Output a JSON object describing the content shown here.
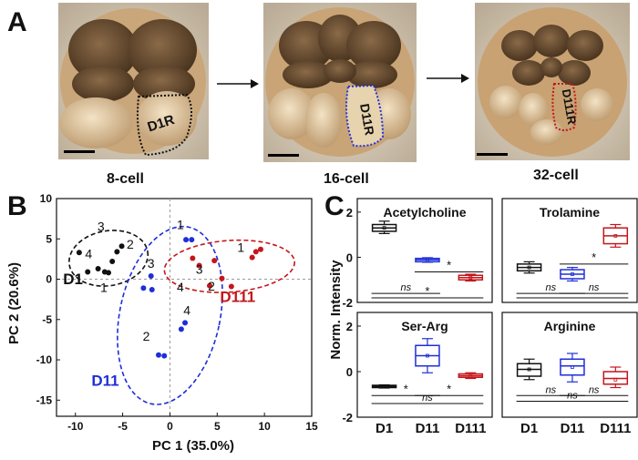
{
  "panels": {
    "a": "A",
    "b": "B",
    "c": "C"
  },
  "embryos": [
    {
      "stage": "8-cell",
      "cell_label": "D1R"
    },
    {
      "stage": "16-cell",
      "cell_label": "D11R"
    },
    {
      "stage": "32-cell",
      "cell_label": "D111R"
    }
  ],
  "colors": {
    "d1": "#111111",
    "d11": "#1f2ed8",
    "d111": "#c4161c"
  },
  "chart_data": [
    {
      "type": "scatter",
      "xlabel": "PC 1 (35.0%)",
      "ylabel": "PC 2 (20.6%)",
      "xlim": [
        -12,
        15
      ],
      "ylim": [
        -17,
        10
      ],
      "xticks": [
        -10,
        -5,
        0,
        5,
        10,
        15
      ],
      "yticks": [
        10,
        5,
        0,
        -5,
        -10,
        -15
      ],
      "series": [
        {
          "name": "D1",
          "color": "#111111",
          "points": [
            [
              -9.6,
              3.3
            ],
            [
              -8.7,
              0.9
            ],
            [
              -7.6,
              1.3
            ],
            [
              -6.5,
              0.8
            ],
            [
              -6.1,
              2.2
            ],
            [
              -5.6,
              3.4
            ],
            [
              -5.1,
              4.1
            ],
            [
              -6.9,
              0.9
            ]
          ],
          "numbers": [
            {
              "t": "3",
              "x": -7.3,
              "y": 6.0
            },
            {
              "t": "2",
              "x": -4.2,
              "y": 3.8
            },
            {
              "t": "4",
              "x": -8.6,
              "y": 2.6
            },
            {
              "t": "1",
              "x": -7.0,
              "y": -1.6
            }
          ]
        },
        {
          "name": "D11",
          "color": "#1f2ed8",
          "points": [
            [
              1.7,
              4.9
            ],
            [
              2.3,
              4.9
            ],
            [
              -2.0,
              0.4
            ],
            [
              -2.8,
              -1.1
            ],
            [
              -1.9,
              -1.3
            ],
            [
              1.2,
              -6.2
            ],
            [
              1.6,
              -5.4
            ],
            [
              -1.2,
              -9.4
            ],
            [
              -0.6,
              -9.5
            ]
          ],
          "numbers": [
            {
              "t": "1",
              "x": 1.1,
              "y": 6.2
            },
            {
              "t": "3",
              "x": -2.0,
              "y": 1.4
            },
            {
              "t": "2",
              "x": -2.5,
              "y": -7.6
            },
            {
              "t": "4",
              "x": 1.8,
              "y": -4.4
            }
          ]
        },
        {
          "name": "D111",
          "color": "#c4161c",
          "points": [
            [
              2.4,
              2.6
            ],
            [
              3.1,
              1.7
            ],
            [
              4.7,
              2.3
            ],
            [
              5.5,
              0.1
            ],
            [
              6.5,
              -0.9
            ],
            [
              8.7,
              2.7
            ],
            [
              9.1,
              3.4
            ],
            [
              9.6,
              3.7
            ],
            [
              4.2,
              -0.8
            ]
          ],
          "numbers": [
            {
              "t": "1",
              "x": 7.5,
              "y": 3.4
            },
            {
              "t": "3",
              "x": 3.1,
              "y": 0.7
            },
            {
              "t": "4",
              "x": 1.1,
              "y": -1.5
            },
            {
              "t": "2",
              "x": 4.4,
              "y": -1.4
            }
          ]
        }
      ],
      "group_labels": [
        "D1",
        "D11",
        "D111"
      ]
    },
    {
      "type": "box",
      "ylabel": "Norm. Intensity",
      "categories": [
        "D1",
        "D11",
        "D111"
      ],
      "subplots": [
        {
          "title": "Acetylcholine",
          "ylim": [
            -2,
            2.6
          ],
          "yticks": [
            2,
            0,
            -2
          ],
          "boxes": [
            {
              "q1": 1.15,
              "q3": 1.45,
              "median": 1.3,
              "min": 1.05,
              "max": 1.6,
              "mean": 1.3
            },
            {
              "q1": -0.2,
              "q3": -0.05,
              "median": -0.12,
              "min": -0.22,
              "max": -0.02,
              "mean": -0.12
            },
            {
              "q1": -1.0,
              "q3": -0.8,
              "median": -0.9,
              "min": -1.05,
              "max": -0.75,
              "mean": -0.9
            }
          ],
          "sig": [
            {
              "from": 2,
              "to": 3,
              "level": -0.65,
              "label": "*"
            },
            {
              "from": 1,
              "to": 2,
              "level": -1.6,
              "label": "ns"
            },
            {
              "from": 1,
              "to": 3,
              "level": -1.8,
              "label": "*"
            }
          ]
        },
        {
          "title": "Trolamine",
          "ylim": [
            -2,
            2.6
          ],
          "yticks": [
            2,
            0,
            -2
          ],
          "boxes": [
            {
              "q1": -0.6,
              "q3": -0.3,
              "median": -0.45,
              "min": -0.7,
              "max": -0.2,
              "mean": -0.45
            },
            {
              "q1": -0.95,
              "q3": -0.55,
              "median": -0.75,
              "min": -1.05,
              "max": -0.45,
              "mean": -0.75
            },
            {
              "q1": 0.6,
              "q3": 1.3,
              "median": 0.95,
              "min": 0.45,
              "max": 1.45,
              "mean": 0.95
            }
          ],
          "sig": [
            {
              "from": 2,
              "to": 3,
              "level": -0.3,
              "label": "*"
            },
            {
              "from": 1,
              "to": 2,
              "level": -1.6,
              "label": "ns"
            },
            {
              "from": 2,
              "to": 3,
              "level": -1.6,
              "label": "ns"
            },
            {
              "from": 1,
              "to": 3,
              "level": -1.8,
              "label": ""
            }
          ]
        },
        {
          "title": "Ser-Arg",
          "ylim": [
            -2,
            2.6
          ],
          "yticks": [
            2,
            0,
            -2
          ],
          "boxes": [
            {
              "q1": -0.7,
              "q3": -0.6,
              "median": -0.65,
              "min": -0.72,
              "max": -0.58,
              "mean": -0.65
            },
            {
              "q1": 0.25,
              "q3": 1.15,
              "median": 0.7,
              "min": -0.05,
              "max": 1.45,
              "mean": 0.7
            },
            {
              "q1": -0.25,
              "q3": -0.1,
              "median": -0.18,
              "min": -0.3,
              "max": -0.05,
              "mean": -0.18
            }
          ],
          "sig": [
            {
              "from": 1,
              "to": 2,
              "level": -1.05,
              "label": "*"
            },
            {
              "from": 2,
              "to": 3,
              "level": -1.05,
              "label": "*"
            },
            {
              "from": 1,
              "to": 3,
              "level": -1.4,
              "label": "ns"
            }
          ]
        },
        {
          "title": "Arginine",
          "ylim": [
            -2,
            2.6
          ],
          "yticks": [
            2,
            0,
            -2
          ],
          "boxes": [
            {
              "q1": -0.2,
              "q3": 0.35,
              "median": 0.1,
              "min": -0.35,
              "max": 0.55,
              "mean": 0.1
            },
            {
              "q1": -0.15,
              "q3": 0.55,
              "median": 0.25,
              "min": -0.45,
              "max": 0.8,
              "mean": 0.2
            },
            {
              "q1": -0.55,
              "q3": 0.0,
              "median": -0.3,
              "min": -0.7,
              "max": 0.2,
              "mean": -0.35
            }
          ],
          "sig": [
            {
              "from": 1,
              "to": 2,
              "level": -1.05,
              "label": "ns"
            },
            {
              "from": 2,
              "to": 3,
              "level": -1.05,
              "label": "ns"
            },
            {
              "from": 1,
              "to": 3,
              "level": -1.3,
              "label": "ns"
            }
          ]
        }
      ]
    }
  ]
}
